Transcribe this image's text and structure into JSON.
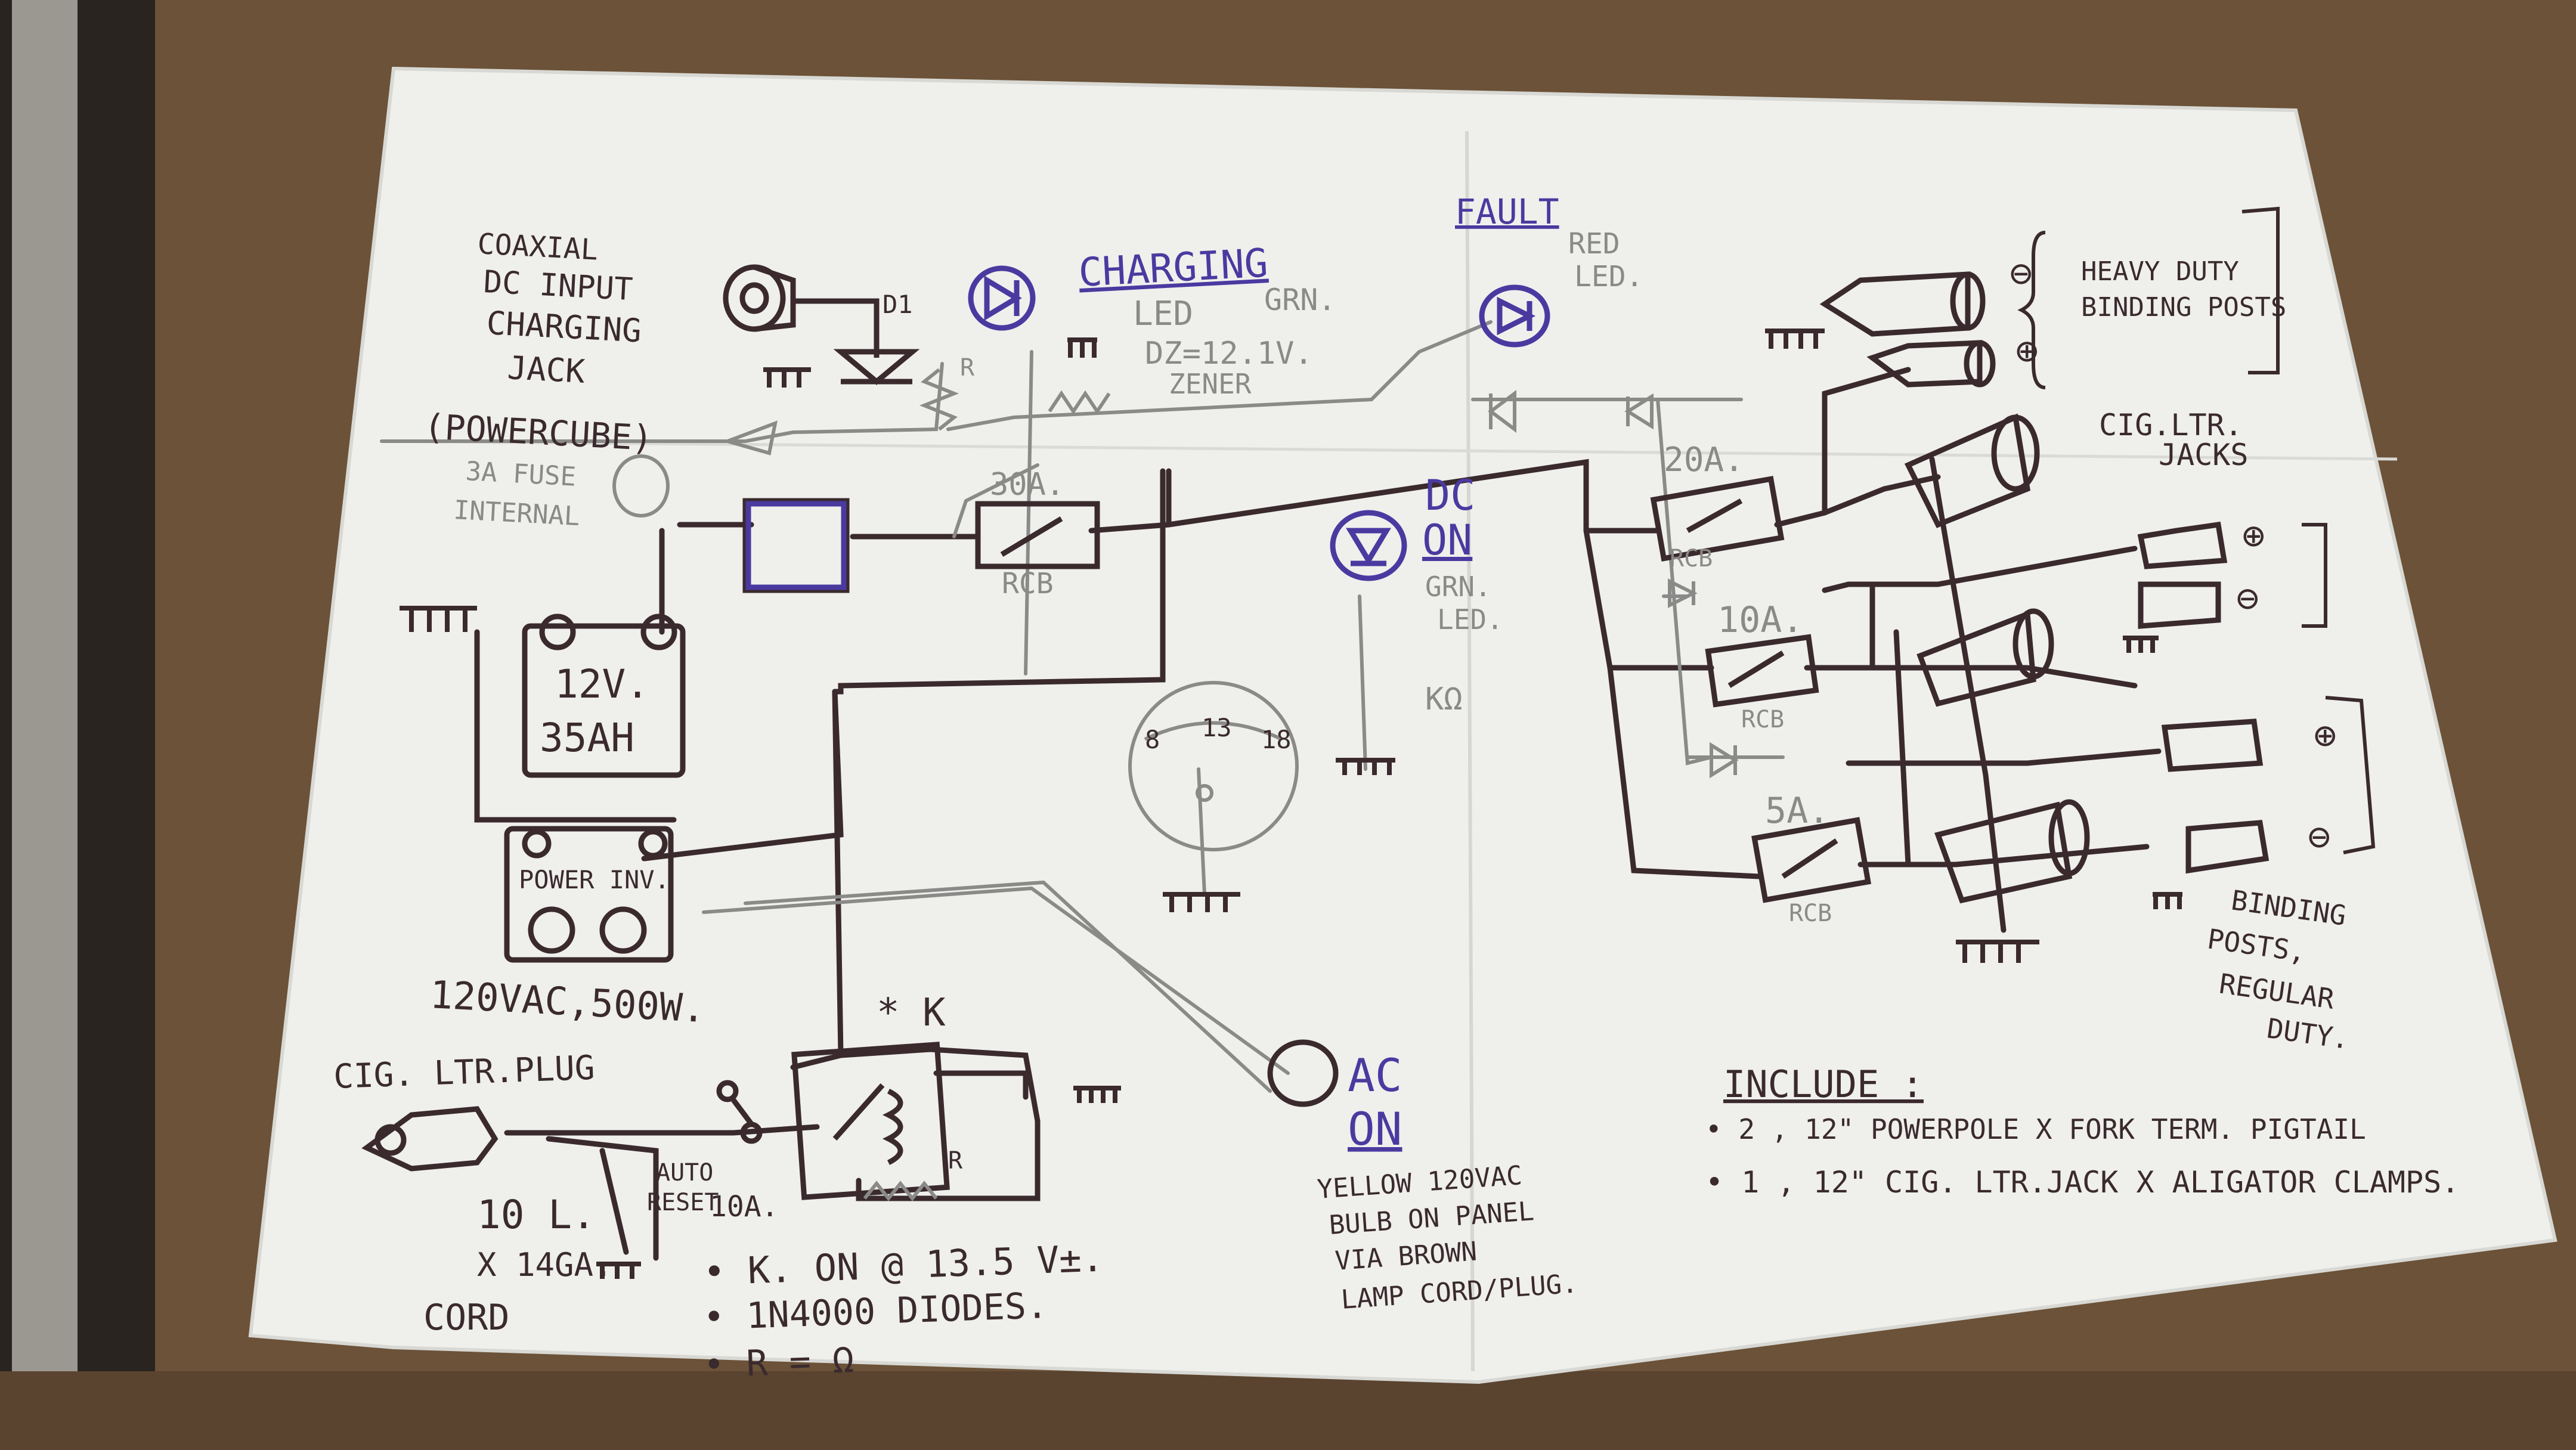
{
  "colors": {
    "cardboard": "#6b5238",
    "paper": "#efefec",
    "ink_dark": "#3a2a2e",
    "ink_blue": "#4a3aa0",
    "pencil": "#8a8a88"
  },
  "labels": {
    "coax_1": "COAXIAL",
    "coax_2": "DC INPUT",
    "coax_3": "CHARGING",
    "coax_4": "JACK",
    "coax_5": "(POWERCUBE)",
    "fuse_1": "3A FUSE",
    "fuse_2": "INTERNAL",
    "d1": "D1",
    "r1": "R",
    "charging": "CHARGING",
    "led": "LED",
    "grn": "GRN.",
    "dz": "DZ=12.1V.",
    "zener": "ZENER",
    "fault": "FAULT",
    "red": "RED",
    "led2": "LED.",
    "heavy_1": "HEAVY DUTY",
    "heavy_2": "BINDING POSTS",
    "cig_jacks_1": "CIG.LTR.",
    "cig_jacks_2": "JACKS",
    "cb30": "30A.",
    "rcb": "RCB",
    "dc_1": "DC",
    "dc_2": "ON",
    "grn_led_1": "GRN.",
    "grn_led_2": "LED.",
    "kohm": "KΩ",
    "cb20": "20A.",
    "cb10": "10A.",
    "cb5": "5A.",
    "batt_1": "12V.",
    "batt_2": "35AH",
    "meter_8": "8",
    "meter_13": "13",
    "meter_18": "18",
    "inv_1": "POWER INV.",
    "inv_2": "120VAC,500W.",
    "binding_1": "BINDING",
    "binding_2": "POSTS,",
    "binding_3": "REGULAR",
    "binding_4": "DUTY.",
    "cig_plug": "CIG. LTR.PLUG",
    "relay_k": "* K",
    "auto_1": "AUTO",
    "auto_2": "RESET",
    "auto_3": "10A.",
    "cord_1": "10 L.",
    "cord_2": "X 14GA.",
    "cord_3": "CORD",
    "r2": "R",
    "ac_1": "AC",
    "ac_2": "ON",
    "yellow_1": "YELLOW 120VAC",
    "yellow_2": "BULB ON PANEL",
    "yellow_3": "VIA BROWN",
    "yellow_4": "LAMP CORD/PLUG.",
    "include_title": "INCLUDE :",
    "include_1": "• 2 , 12\" POWERPOLE X FORK TERM. PIGTAIL",
    "include_2": "• 1 , 12\" CIG. LTR.JACK X ALIGATOR CLAMPS.",
    "note_1": "• K. ON @ 13.5 V±.",
    "note_2": "• 1N4000 DIODES.",
    "note_3": "• R =          Ω"
  },
  "symbols": {
    "plus": "⊕",
    "minus": "⊖",
    "plus_plain": "⊕",
    "minus_plain": "⊖"
  }
}
